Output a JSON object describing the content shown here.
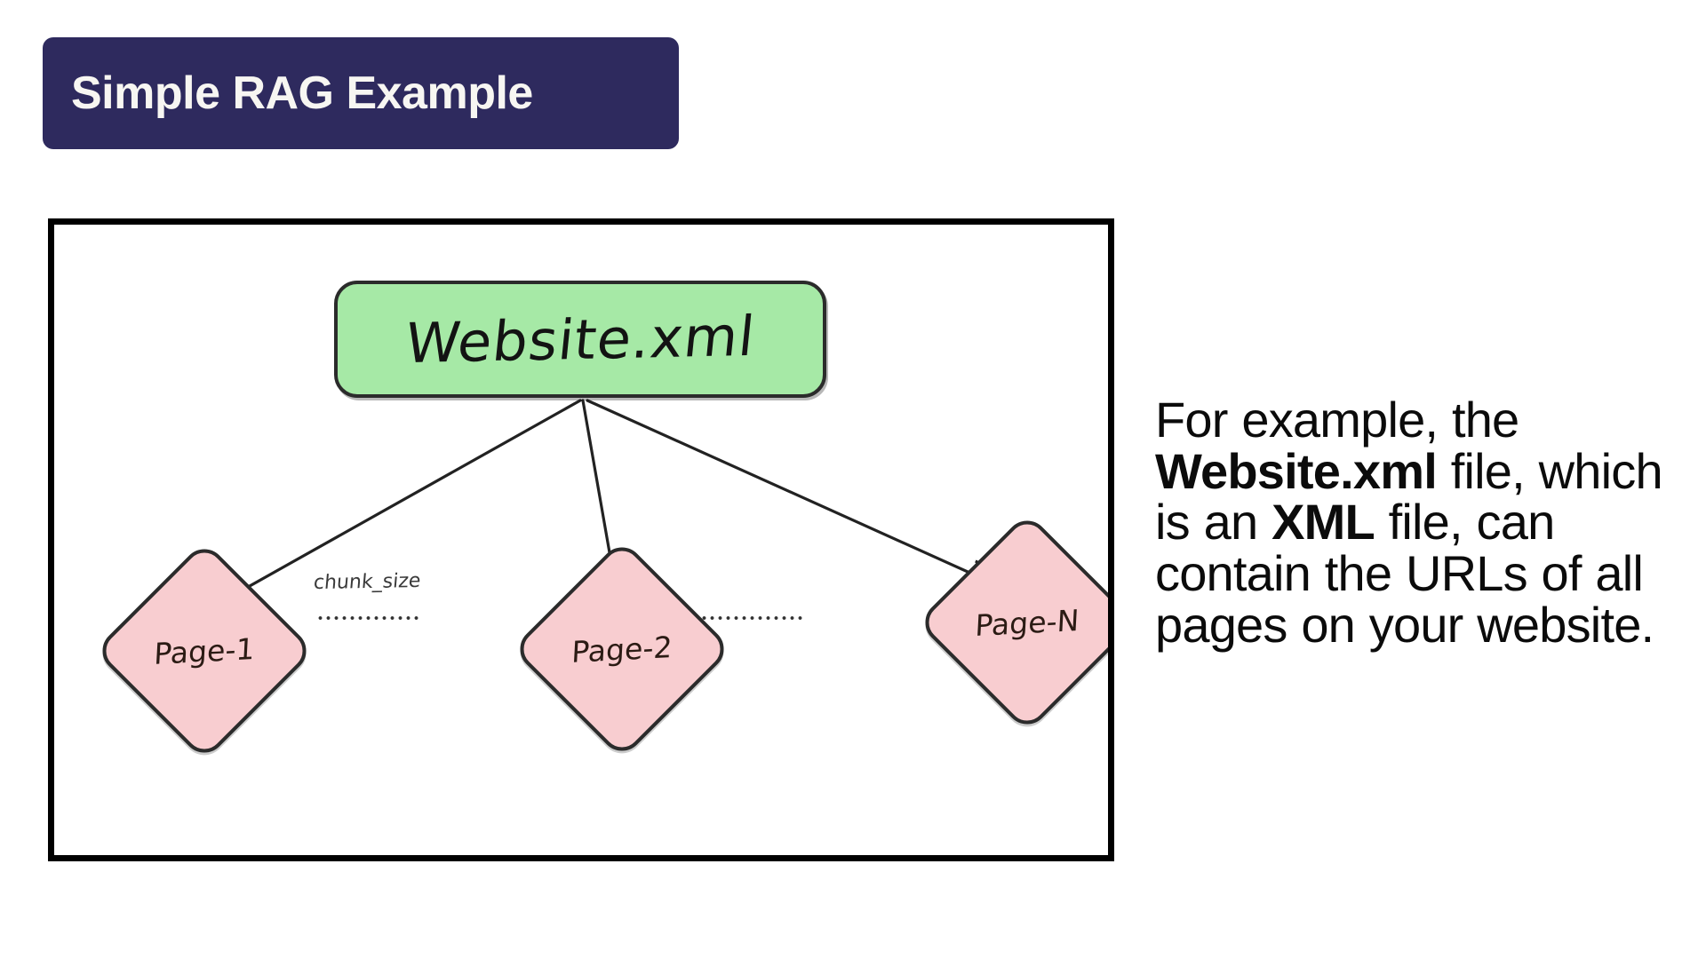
{
  "banner": {
    "title": "Simple RAG Example",
    "background_color": "#2e2a5e",
    "text_color": "#f7f6f2"
  },
  "diagram": {
    "frame_border_color": "#000000",
    "source_node": {
      "label": "Website.xml",
      "fill_color": "#a6e9a6",
      "stroke_color": "#2b2b2b",
      "shape": "rounded-rect"
    },
    "page_nodes": [
      {
        "label": "Page-1",
        "fill_color": "#f8cdd0",
        "stroke_color": "#2b2b2b",
        "shape": "diamond"
      },
      {
        "label": "Page-2",
        "fill_color": "#f8cdd0",
        "stroke_color": "#2b2b2b",
        "shape": "diamond"
      },
      {
        "label": "Page-N",
        "fill_color": "#f8cdd0",
        "stroke_color": "#2b2b2b",
        "shape": "diamond"
      }
    ],
    "annotation": {
      "label": "chunk_size"
    },
    "edges": [
      {
        "from": "Website.xml",
        "to": "Page-1",
        "style": "arrow"
      },
      {
        "from": "Website.xml",
        "to": "Page-2",
        "style": "arrow"
      },
      {
        "from": "Website.xml",
        "to": "Page-N",
        "style": "arrow"
      }
    ],
    "ellipsis_separators": 2
  },
  "description": {
    "segments": [
      {
        "text": " For example, the ",
        "bold": false
      },
      {
        "text": "Website.xml",
        "bold": true
      },
      {
        "text": " file, which is an ",
        "bold": false
      },
      {
        "text": "XML",
        "bold": true
      },
      {
        "text": " file, can contain the URLs of all pages on your website.",
        "bold": false
      }
    ],
    "plain": " For example, the Website.xml file, which is an XML file, can contain the URLs of all pages on your website."
  }
}
